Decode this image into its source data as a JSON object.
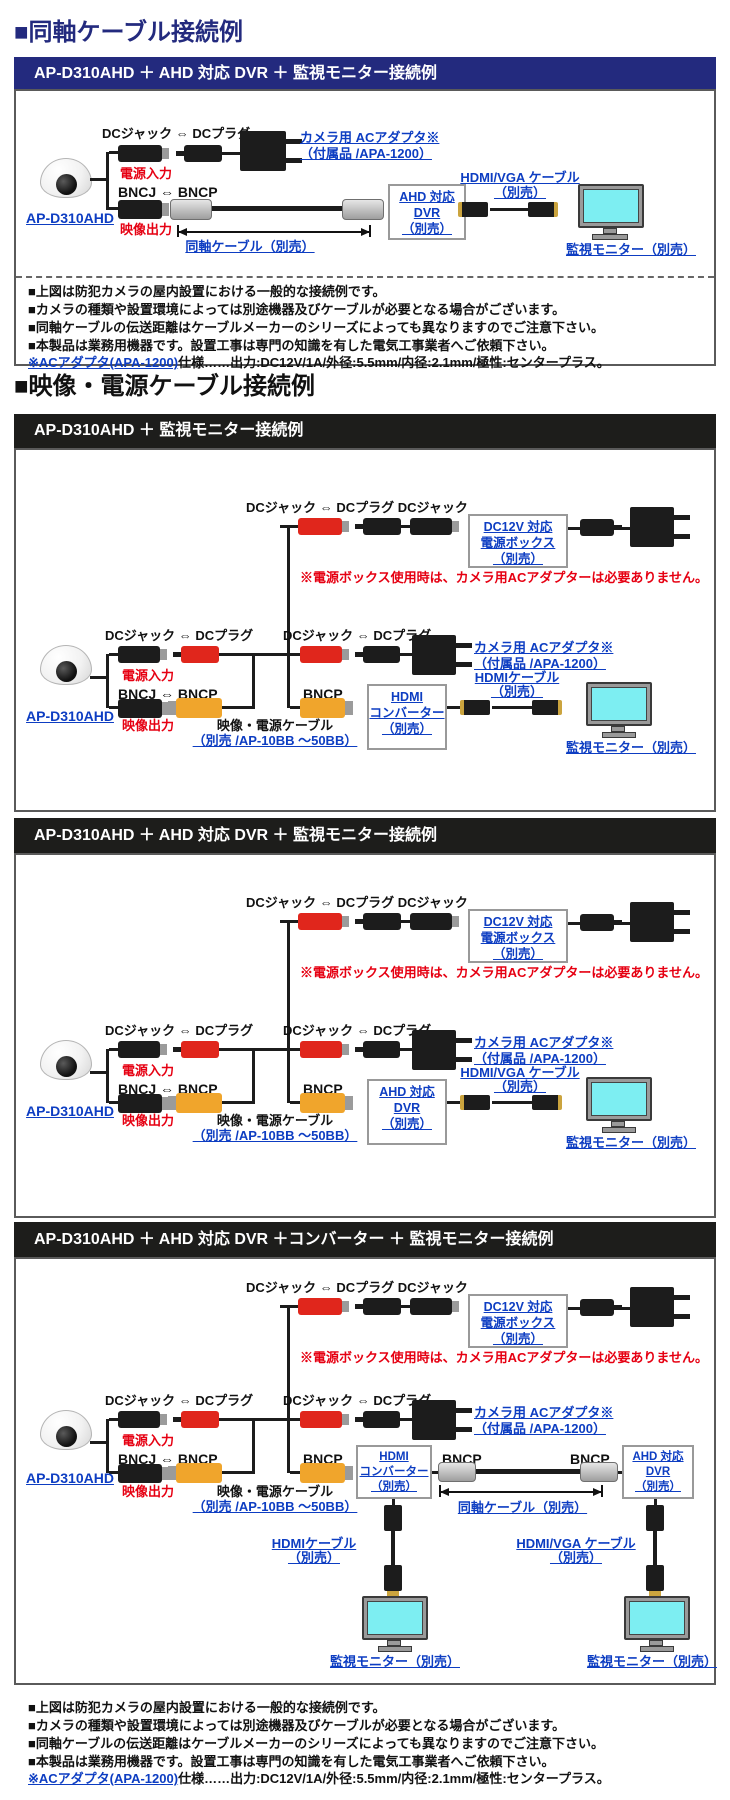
{
  "headers": {
    "coax": "■同軸ケーブル接続例",
    "av_power": "■映像・電源ケーブル接続例"
  },
  "banners": {
    "s1": "AP-D310AHD ＋ AHD 対応 DVR ＋ 監視モニター接続例",
    "s2": "AP-D310AHD ＋ 監視モニター接続例",
    "s3": "AP-D310AHD ＋ AHD 対応 DVR ＋ 監視モニター接続例",
    "s4": "AP-D310AHD ＋ AHD 対応 DVR ＋コンバーター ＋ 監視モニター接続例"
  },
  "labels": {
    "camera_model": "AP-D310AHD",
    "dc_pair": "DCジャック ⇔ DCプラグ",
    "dc_triple": "DCジャック ⇔ DCプラグ DCジャック",
    "power_input": "電源入力",
    "video_output": "映像出力",
    "bnc_pair": "BNCJ ⇔ BNCP",
    "bncp": "BNCP",
    "ac_adapter_line1": "カメラ用 ACアダプタ※",
    "ac_adapter_line2": "（付属品 /APA-1200）",
    "coax_cable": "同軸ケーブル（別売）",
    "av_power_cable_line1": "映像・電源ケーブル",
    "av_power_cable_line2": "（別売 /AP-10BB ～50BB）",
    "hdmi_cable_line1": "HDMIケーブル",
    "hdmi_vga_cable_line1": "HDMI/VGA ケーブル",
    "sold_separately": "（別売）",
    "monitor": "監視モニター（別売）",
    "power_box_note": "※電源ボックス使用時は、カメラ用ACアダプターは必要ありません。"
  },
  "boxes": {
    "dvr_line1": "AHD 対応",
    "dvr_line2": "DVR",
    "dvr_line3": "（別売）",
    "power_box_line1": "DC12V 対応",
    "power_box_line2": "電源ボックス",
    "power_box_line3": "（別売）",
    "converter_line1": "HDMI",
    "converter_line2": "コンバーター",
    "converter_line3": "（別売）"
  },
  "notes": {
    "line1": "■上図は防犯カメラの屋内設置における一般的な接続例です。",
    "line2": "■カメラの種類や設置環境によっては別途機器及びケーブルが必要となる場合がございます。",
    "line3": "■同軸ケーブルの伝送距離はケーブルメーカーのシリーズによっても異なりますのでご注意下さい。",
    "line4": "■本製品は業務用機器です。設置工事は専門の知識を有した電気工事業者へご依頼下さい。",
    "line5_link": "※ACアダプタ(APA-1200)",
    "line5_rest": "仕様……出力:DC12V/1A/外径:5.5mm/内径:2.1mm/極性:センタープラス。"
  },
  "colors": {
    "accent_navy": "#232a7e",
    "banner_black": "#1d1d1b",
    "link_blue": "#0d3dc2",
    "alert_red": "#e60012",
    "connector_red": "#e0261c",
    "connector_orange": "#f0a52c",
    "monitor_screen": "#7deef2"
  }
}
